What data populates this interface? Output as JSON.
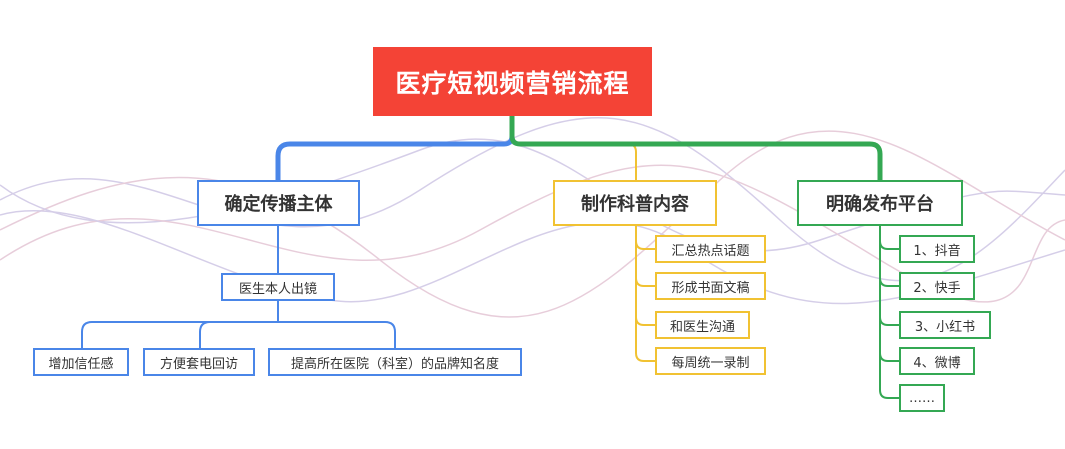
{
  "diagram": {
    "title": "医疗短视频营销流程",
    "branches": [
      {
        "label": "确定传播主体",
        "color": "#4a86e8",
        "children": [
          {
            "label": "医生本人出镜",
            "children": [
              "增加信任感",
              "方便套电回访",
              "提高所在医院（科室）的品牌知名度"
            ]
          }
        ]
      },
      {
        "label": "制作科普内容",
        "color": "#f1c232",
        "children": [
          "汇总热点话题",
          "形成书面文稿",
          "和医生沟通",
          "每周统一录制"
        ]
      },
      {
        "label": "明确发布平台",
        "color": "#34a853",
        "children": [
          "1、抖音",
          "2、快手",
          "3、小红书",
          "4、微博",
          "……"
        ]
      }
    ]
  },
  "colors": {
    "root_fill": "#f44336",
    "root_text": "#ffffff",
    "text": "#333333"
  }
}
